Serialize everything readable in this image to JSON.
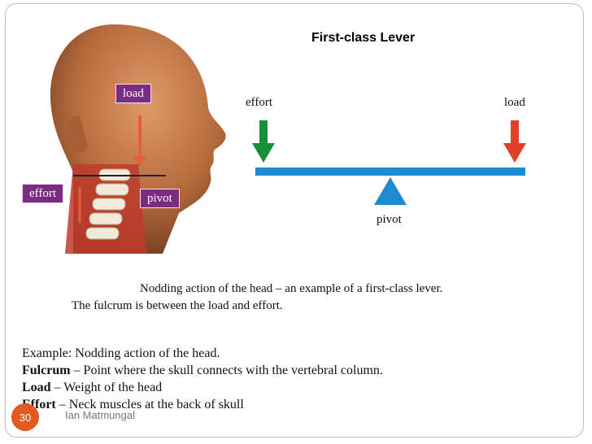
{
  "title": "First-class Lever",
  "head_tags": {
    "load": "load",
    "effort": "effort",
    "pivot": "pivot"
  },
  "lever": {
    "effort_label": "effort",
    "load_label": "load",
    "pivot_label": "pivot",
    "colors": {
      "beam": "#1e8ad0",
      "effort_arrow": "#1a8f3a",
      "load_arrow": "#e0402a",
      "pivot": "#1e8ad0"
    }
  },
  "caption": {
    "line1": "Nodding action of the head – an example of a first-class lever.",
    "line2": "The fulcrum is between the load and effort."
  },
  "body": [
    {
      "term": "",
      "text": "Example: Nodding action of the head."
    },
    {
      "term": "Fulcrum",
      "text": " – Point where the skull connects with the vertebral column."
    },
    {
      "term": "Load",
      "text": " – Weight of the head"
    },
    {
      "term": "Effort",
      "text": " – Neck muscles at the back of skull"
    }
  ],
  "footer": {
    "slide_number": "30",
    "author": "Ian Matmungal"
  }
}
